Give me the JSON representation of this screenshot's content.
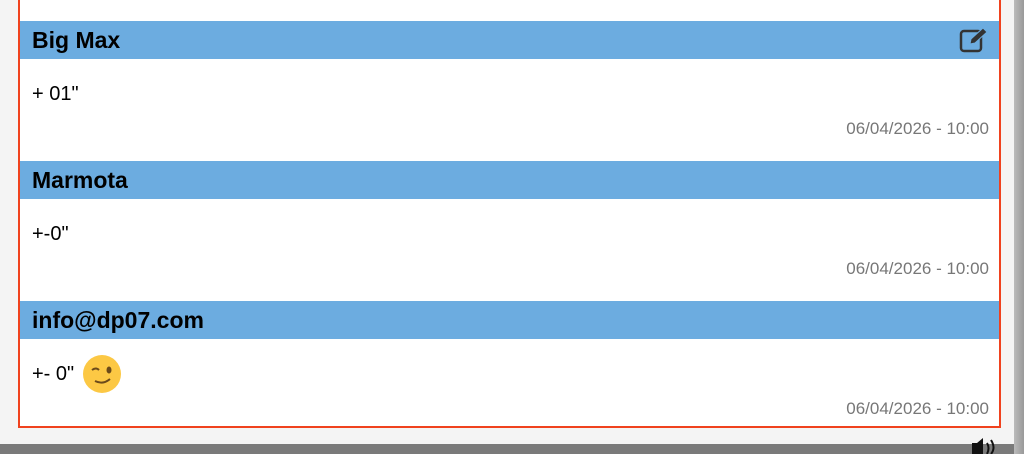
{
  "messages": [
    {
      "author": "Big Max",
      "text": "+ 01\"",
      "time": "06/04/2026 - 10:00",
      "editable": true
    },
    {
      "author": "Marmota",
      "text": "+-0\"",
      "time": "06/04/2026 - 10:00"
    },
    {
      "author": "info@dp07.com",
      "text": "+- 0\"",
      "time": "06/04/2026 - 10:00",
      "emoji": "winking-face"
    }
  ],
  "colors": {
    "header": "#6cace0",
    "border": "#f0421e",
    "time": "#777777"
  }
}
